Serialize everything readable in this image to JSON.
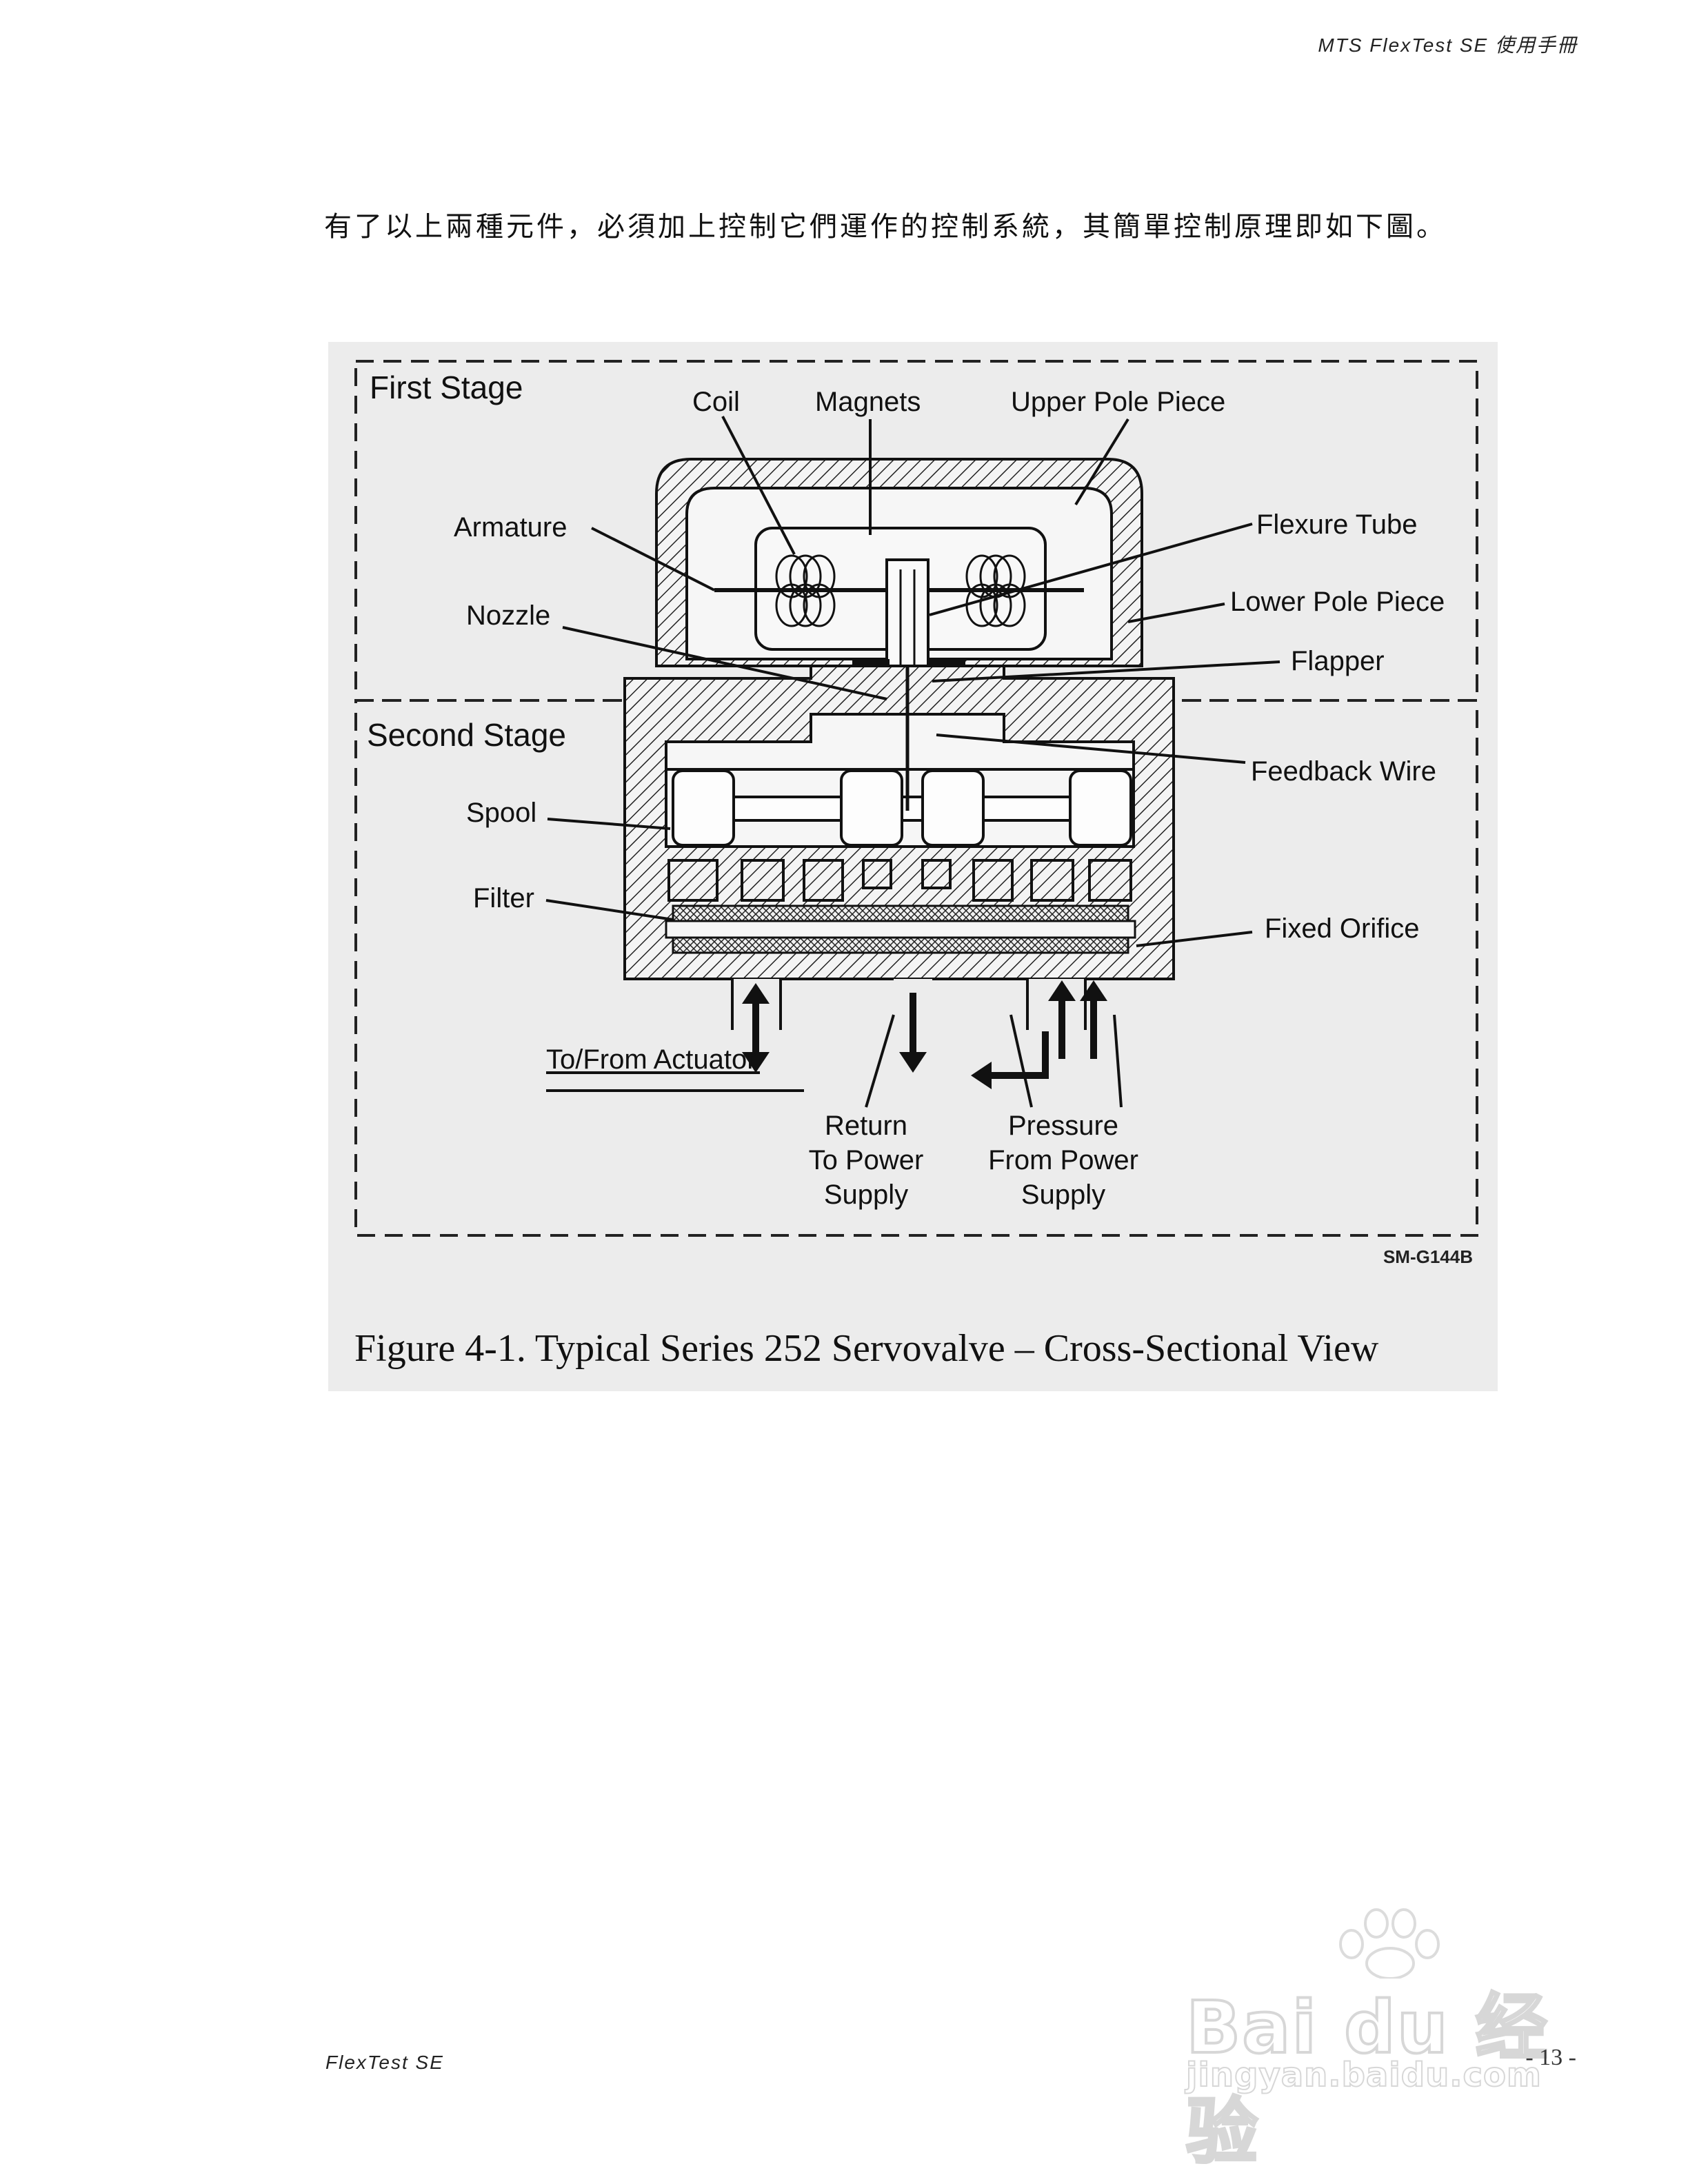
{
  "header": {
    "text": "MTS FlexTest SE 使用手冊"
  },
  "intro": {
    "text": "有了以上兩種元件，必須加上控制它們運作的控制系統，其簡單控制原理即如下圖。"
  },
  "figure": {
    "stages": {
      "first": "First Stage",
      "second": "Second Stage"
    },
    "labels": {
      "coil": "Coil",
      "magnets": "Magnets",
      "upper_pole_piece": "Upper Pole Piece",
      "armature": "Armature",
      "flexure_tube": "Flexure Tube",
      "nozzle": "Nozzle",
      "lower_pole_piece": "Lower Pole Piece",
      "flapper": "Flapper",
      "feedback_wire": "Feedback Wire",
      "spool": "Spool",
      "filter": "Filter",
      "fixed_orifice": "Fixed Orifice",
      "to_from_actuator": "To/From Actuator",
      "return_line1": "Return",
      "return_line2": "To Power",
      "return_line3": "Supply",
      "pressure_line1": "Pressure",
      "pressure_line2": "From Power",
      "pressure_line3": "Supply"
    },
    "code": "SM-G144B",
    "caption": "Figure 4-1.  Typical Series 252 Servovalve – Cross-Sectional View"
  },
  "footer": {
    "left": "FlexTest SE",
    "page": "- 13 -"
  },
  "watermark": {
    "main": "Bai du 经验",
    "sub": "jingyan.baidu.com"
  }
}
